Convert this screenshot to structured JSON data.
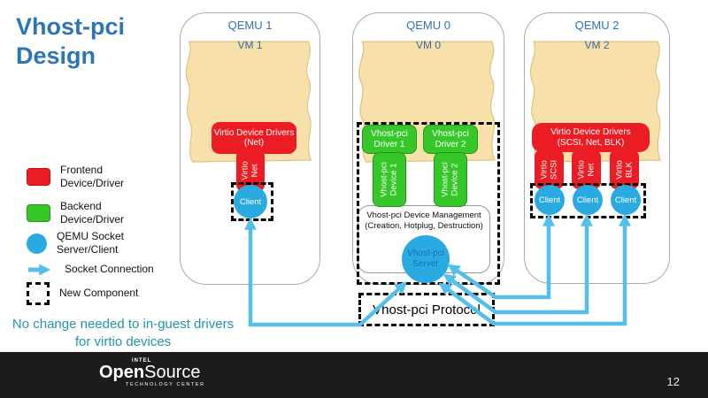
{
  "title": {
    "line1": "Vhost-pci",
    "line2": "Design"
  },
  "legend": {
    "items": [
      {
        "swatch": "red-rect",
        "line1": "Frontend",
        "line2": "Device/Driver"
      },
      {
        "swatch": "green-rect",
        "line1": "Backend",
        "line2": "Device/Driver"
      },
      {
        "swatch": "blue-circle",
        "line1": "QEMU Socket",
        "line2": "Server/Client"
      },
      {
        "swatch": "arrow",
        "line1": "Socket Connection",
        "line2": ""
      },
      {
        "swatch": "dashed-box",
        "line1": "New Component",
        "line2": ""
      }
    ]
  },
  "note": {
    "line1": "No change needed to in-guest drivers",
    "line2": "for virtio devices"
  },
  "diagram": {
    "qemu1": {
      "title": "QEMU 1",
      "vm": "VM 1",
      "driver_box": {
        "line1": "Virtio Device Drivers",
        "line2": "(Net)"
      },
      "device": {
        "line1": "Virtio",
        "line2": "Net"
      },
      "client": "Client"
    },
    "qemu0": {
      "title": "QEMU 0",
      "vm": "VM 0",
      "drivers": [
        {
          "line1": "Vhost-pci",
          "line2": "Driver 1"
        },
        {
          "line1": "Vhost-pci",
          "line2": "Driver 2"
        }
      ],
      "devices": [
        {
          "line1": "Vhost-pci",
          "line2": "Device 1"
        },
        {
          "line1": "Vhost-pci",
          "line2": "Device 2"
        }
      ],
      "mgmt": {
        "line1": "Vhost-pci Device Management",
        "line2": "(Creation, Hotplug, Destruction)"
      },
      "server": {
        "line1": "Vhost-pci",
        "line2": "Server"
      },
      "protocol": "Vhost-pci Protocol"
    },
    "qemu2": {
      "title": "QEMU 2",
      "vm": "VM 2",
      "driver_box": {
        "line1": "Virtio Device Drivers",
        "line2": "(SCSI, Net, BLK)"
      },
      "devices": [
        {
          "line1": "Virtio",
          "line2": "SCSI"
        },
        {
          "line1": "Virtio",
          "line2": "Net"
        },
        {
          "line1": "Virtio",
          "line2": "BLK"
        }
      ],
      "clients": [
        "Client",
        "Client",
        "Client"
      ]
    }
  },
  "footer": {
    "brand_top": "INTEL",
    "brand_main_bold": "Open",
    "brand_main_rest": "Source",
    "brand_sub": "TECHNOLOGY CENTER",
    "page": "12"
  },
  "colors": {
    "frontend_red": "#EC1C24",
    "backend_green": "#35C828",
    "socket_blue": "#29ABE2",
    "vm_tan": "#F7E0AA",
    "title_blue": "#2E75B6",
    "note_teal": "#2196AD"
  }
}
